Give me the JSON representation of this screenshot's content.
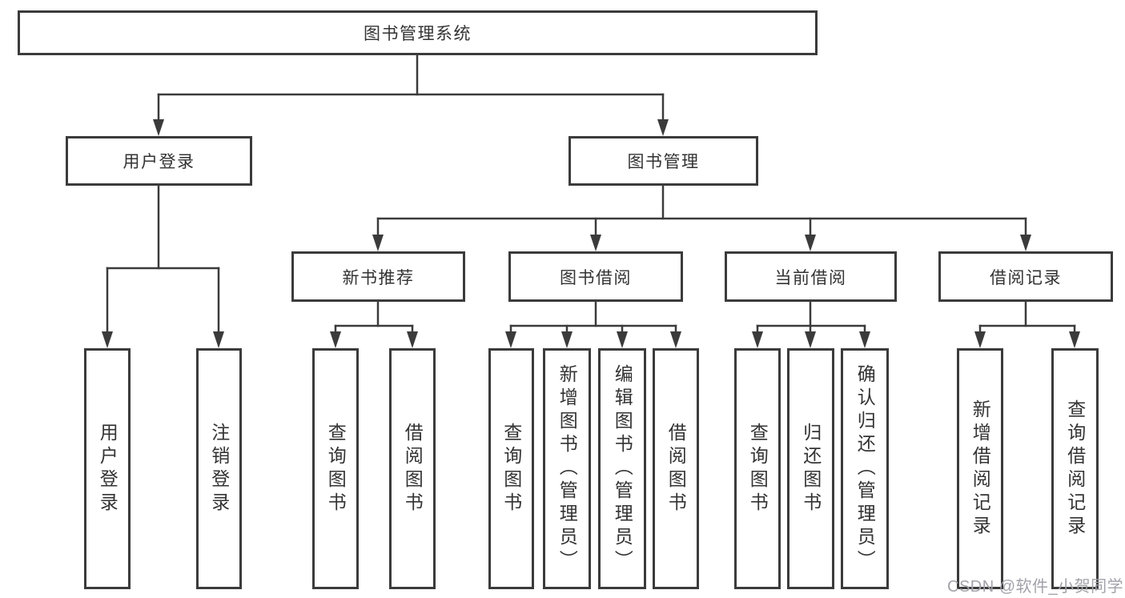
{
  "diagram": {
    "root": {
      "label": "图书管理系统"
    },
    "level2": [
      {
        "label": "用户登录"
      },
      {
        "label": "图书管理"
      }
    ],
    "level3": [
      {
        "label": "新书推荐"
      },
      {
        "label": "图书借阅"
      },
      {
        "label": "当前借阅"
      },
      {
        "label": "借阅记录"
      }
    ],
    "leaves": {
      "user_login": [
        "用户登录",
        "注销登录"
      ],
      "new_book": [
        "查询图书",
        "借阅图书"
      ],
      "book_borrow": [
        "查询图书",
        "新增图书（管理员）",
        "编辑图书（管理员）",
        "借阅图书"
      ],
      "current_borrow": [
        "查询图书",
        "归还图书",
        "确认归还（管理员）"
      ],
      "borrow_record": [
        "新增借阅记录",
        "查询借阅记录"
      ]
    }
  },
  "watermark": "CSDN @软件_小贺同学",
  "colors": {
    "line": "#3b3b3b",
    "text": "#333333",
    "watermark": "#a2a2aa",
    "background": "#ffffff"
  }
}
